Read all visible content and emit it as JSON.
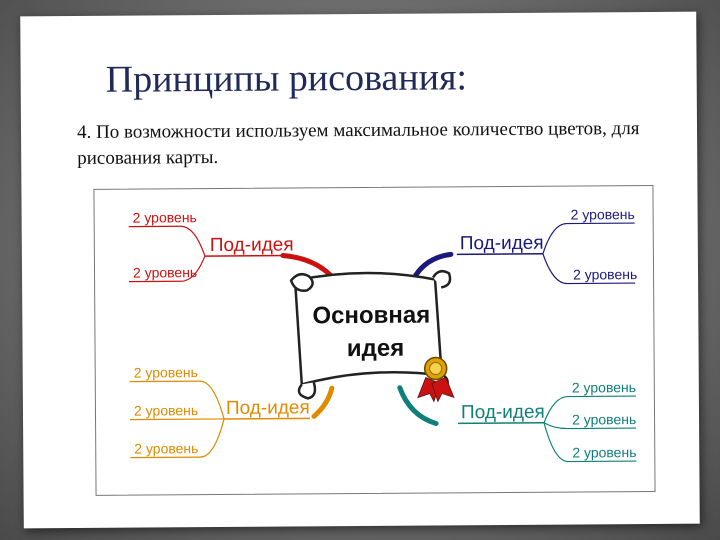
{
  "slide": {
    "title": "Принципы рисования:",
    "body": "4. По возможности используем максимальное количество цветов, для рисования карты."
  },
  "diagram": {
    "central": {
      "line1": "Основная",
      "line2": "идея"
    },
    "branches": [
      {
        "label": "Под-идея",
        "color": "#cc1111",
        "sub": [
          "2 уровень",
          "2 уровень"
        ]
      },
      {
        "label": "Под-идея",
        "color": "#1a1a7a",
        "sub": [
          "2 уровень",
          "2 уровень"
        ]
      },
      {
        "label": "Под-идея",
        "color": "#e08a00",
        "sub": [
          "2 уровень",
          "2 уровень",
          "2 уровень"
        ]
      },
      {
        "label": "Под-идея",
        "color": "#0f7f7a",
        "sub": [
          "2 уровень",
          "2 уровень",
          "2 уровень"
        ]
      }
    ]
  },
  "colors": {
    "title": "#1f2a5a",
    "ribbon": "#cc1111",
    "medal": "#e0a000"
  }
}
